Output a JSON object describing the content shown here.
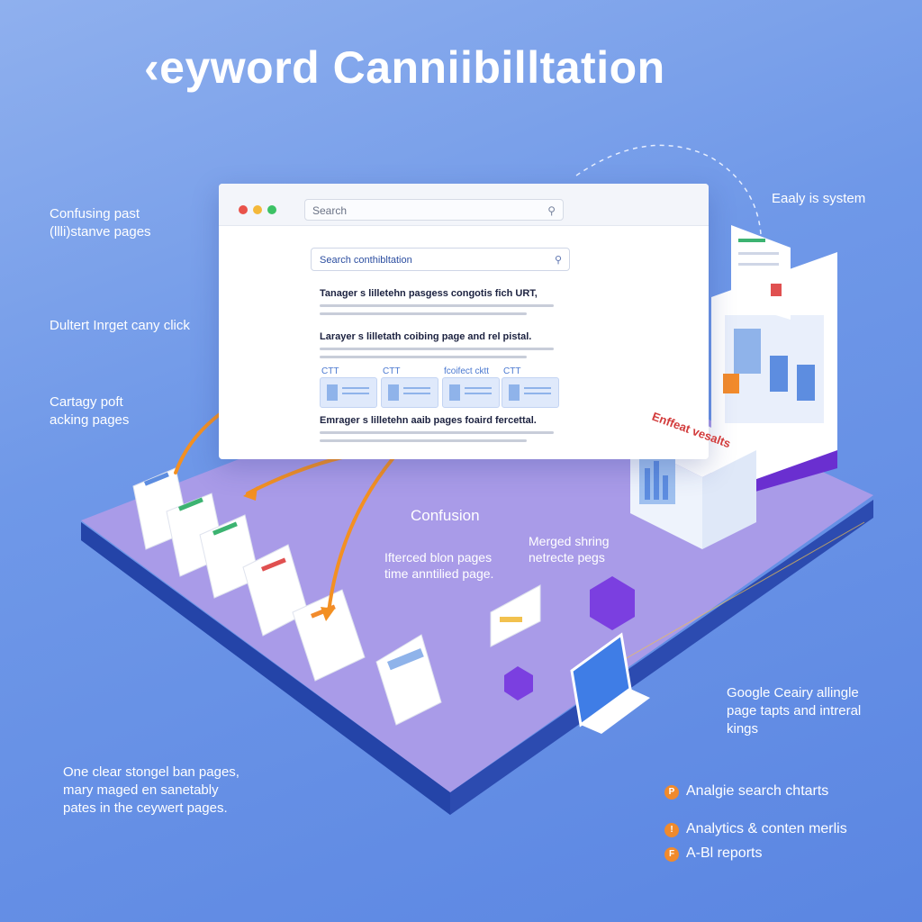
{
  "title": "‹eyword Canniibilltation",
  "left_labels": [
    {
      "lines": [
        "Confusing past",
        "(llli)stanve pages"
      ]
    },
    {
      "lines": [
        "Dultert Inrget cany click"
      ]
    },
    {
      "lines": [
        "Cartagy poft",
        "acking pages"
      ]
    },
    {
      "lines": [
        "One clear stongel ban pages,",
        "mary maged en sanetably",
        "pates in the ceywert pages."
      ]
    }
  ],
  "right_labels": {
    "top": "Eaaly is system",
    "google": [
      "Google Ceairy allingle",
      "page tapts and intreral",
      "kings"
    ]
  },
  "browser": {
    "address_placeholder": "Search",
    "inner_search": "Search conthibltation",
    "results": [
      {
        "title": "Tanager s lilletehn pasgess congotis fich URT,"
      },
      {
        "title": "Larayer s lilletath coibing page and rel pistal."
      },
      {
        "title": "Emrager s lilletehn aaib pages foaird fercettal."
      }
    ],
    "cards": [
      "CTT",
      "CTT",
      "fcoifect cktt",
      "CTT"
    ]
  },
  "platform": {
    "confusion": "Confusion",
    "merged_left": [
      "Ifterced blon pages",
      "time anntilied page."
    ],
    "merged_right": [
      "Merged shring",
      "netrecte pegs"
    ],
    "box_label": "Enffeat vesalts"
  },
  "legend": [
    {
      "icon": "P",
      "label": "Analgie search chtarts"
    },
    {
      "icon": "!",
      "label": "Analytics & conten merlis"
    },
    {
      "icon": "F",
      "label": "A-Bl reports"
    }
  ],
  "colors": {
    "background": "#6f98e8",
    "platform": "#a99be8",
    "platform_side": "#2c4bb0",
    "arrow": "#f39022",
    "accent_purple": "#7b3fe0"
  }
}
